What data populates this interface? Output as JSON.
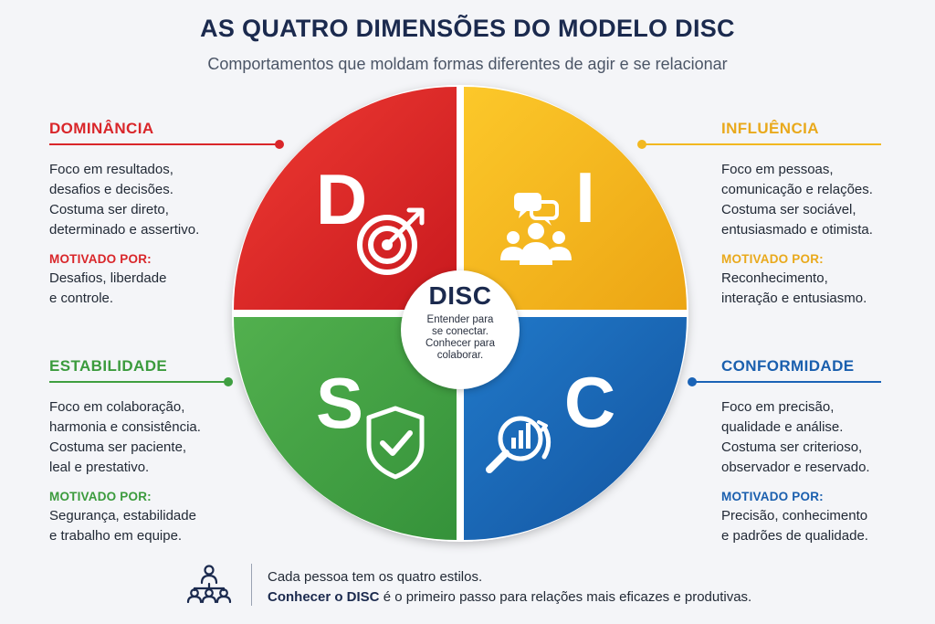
{
  "header": {
    "title": "AS QUATRO DIMENSÕES DO MODELO DISC",
    "subtitle": "Comportamentos que moldam formas diferentes de agir e se relacionar"
  },
  "colors": {
    "d": "#e62a2c",
    "i": "#f6b81c",
    "s": "#45a545",
    "c": "#1868b9",
    "navy": "#1b2a4e"
  },
  "center": {
    "title": "DISC",
    "lines": [
      "Entender para",
      "se conectar.",
      "Conhecer para",
      "colaborar."
    ]
  },
  "quadrants": [
    {
      "key": "d",
      "letter": "D",
      "icon": "target-icon"
    },
    {
      "key": "i",
      "letter": "I",
      "icon": "people-chat-icon"
    },
    {
      "key": "s",
      "letter": "S",
      "icon": "shield-check-icon"
    },
    {
      "key": "c",
      "letter": "C",
      "icon": "magnifier-chart-icon"
    }
  ],
  "panels": {
    "d": {
      "title": "DOMINÂNCIA",
      "description": [
        "Foco em resultados,",
        "desafios e decisões.",
        "Costuma ser direto,",
        "determinado e assertivo."
      ],
      "motivated_label": "MOTIVADO POR:",
      "motivated": [
        "Desafios, liberdade",
        "e controle."
      ]
    },
    "i": {
      "title": "INFLUÊNCIA",
      "description": [
        "Foco em pessoas,",
        "comunicação e relações.",
        "Costuma ser sociável,",
        "entusiasmado e otimista."
      ],
      "motivated_label": "MOTIVADO POR:",
      "motivated": [
        "Reconhecimento,",
        "interação e entusiasmo."
      ]
    },
    "s": {
      "title": "ESTABILIDADE",
      "description": [
        "Foco em colaboração,",
        "harmonia e consistência.",
        "Costuma ser paciente,",
        "leal e prestativo."
      ],
      "motivated_label": "MOTIVADO POR:",
      "motivated": [
        "Segurança, estabilidade",
        "e trabalho em equipe."
      ]
    },
    "c": {
      "title": "CONFORMIDADE",
      "description": [
        "Foco em precisão,",
        "qualidade e análise.",
        "Costuma ser criterioso,",
        "observador e reservado."
      ],
      "motivated_label": "MOTIVADO POR:",
      "motivated": [
        "Precisão, conhecimento",
        "e padrões de qualidade."
      ]
    }
  },
  "footer": {
    "icon": "team-network-icon",
    "line1": "Cada pessoa tem os quatro estilos.",
    "line2_bold": "Conhecer o DISC",
    "line2_rest": " é o primeiro passo para relações mais eficazes e produtivas."
  }
}
